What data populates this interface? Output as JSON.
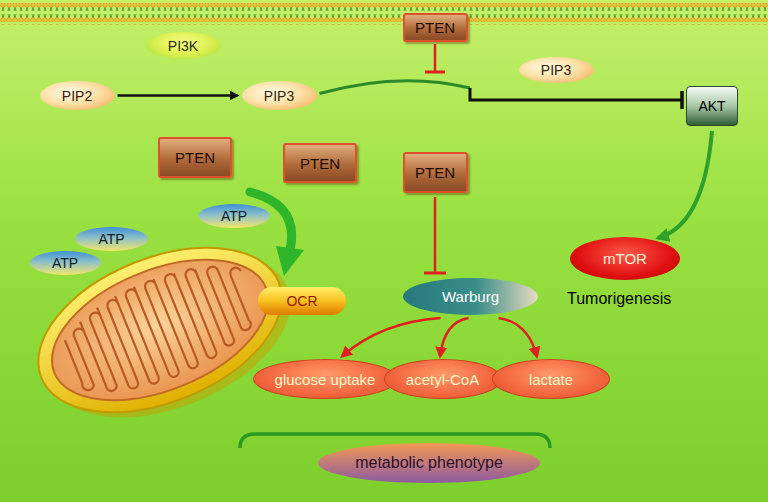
{
  "diagram": {
    "nodes": [
      {
        "text": [
          "PTEN"
        ]
      },
      {
        "text": [
          "PI3K"
        ]
      },
      {
        "text": [
          "PIP3"
        ]
      },
      {
        "text": [
          "PIP2"
        ]
      },
      {
        "text": [
          "PIP3"
        ]
      },
      {
        "text": [
          "AKT"
        ]
      },
      {
        "text": [
          "PTEN"
        ]
      },
      {
        "text": [
          "PTEN"
        ]
      },
      {
        "text": [
          "PTEN"
        ]
      },
      {
        "text": [
          "ATP"
        ]
      },
      {
        "text": [
          "ATP"
        ]
      },
      {
        "text": [
          "ATP"
        ]
      },
      {
        "text": [
          "mTOR"
        ]
      },
      {
        "text": [
          "Warburg"
        ]
      },
      {
        "text": [
          "OCR"
        ]
      },
      {
        "text": [
          "glucose uptake"
        ]
      },
      {
        "text": [
          "acetyl-CoA"
        ]
      },
      {
        "text": [
          "lactate"
        ]
      },
      {
        "text": [
          "metabolic phenotype"
        ]
      }
    ],
    "edges": [
      {
        "from": 3,
        "to": 4,
        "arrow": "to"
      },
      {
        "from": 4,
        "to": 5,
        "arrow": "to"
      },
      {
        "from": 5,
        "to": 12,
        "arrow": "to"
      },
      {
        "from": 8,
        "to": 13,
        "arrow": "to"
      },
      {
        "from": 13,
        "to": 15,
        "arrow": "to"
      },
      {
        "from": 13,
        "to": 16,
        "arrow": "to"
      },
      {
        "from": 13,
        "to": 17,
        "arrow": "to"
      }
    ],
    "labels": [
      "Tumorigenesis"
    ]
  }
}
